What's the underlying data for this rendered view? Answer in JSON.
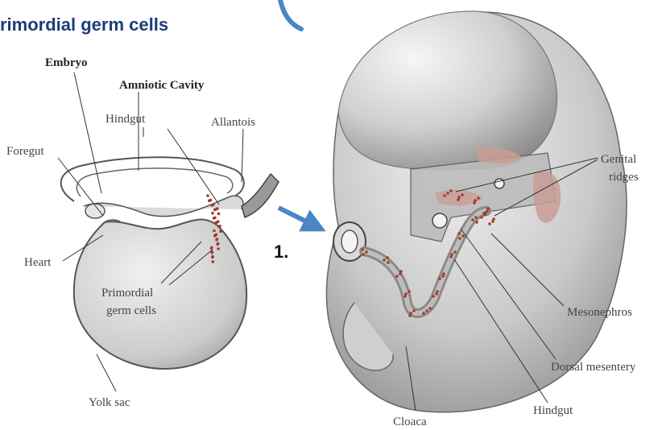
{
  "title": {
    "text": "rimordial germ cells",
    "color": "#1f3c78"
  },
  "step_label": "1.",
  "arrow_color": "#4a86c5",
  "left_diagram": {
    "labels": {
      "embryo": "Embryo",
      "amniotic_cavity": "Amniotic Cavity",
      "hindgut": "Hindgut",
      "allantois": "Allantois",
      "foregut": "Foregut",
      "heart": "Heart",
      "primordial_germ_cells_line1": "Primordial",
      "primordial_germ_cells_line2": "germ cells",
      "yolk_sac": "Yolk sac"
    }
  },
  "right_diagram": {
    "labels": {
      "genital_ridges_line1": "Genital",
      "genital_ridges_line2": "ridges",
      "mesonephros": "Mesonephros",
      "dorsal_mesentery": "Dorsal mesentery",
      "hindgut": "Hindgut",
      "cloaca": "Cloaca"
    }
  },
  "colors": {
    "tissue": "#d4d4d4",
    "germ_cells": "#a33b2b",
    "genital_ridge": "#c89e95"
  }
}
